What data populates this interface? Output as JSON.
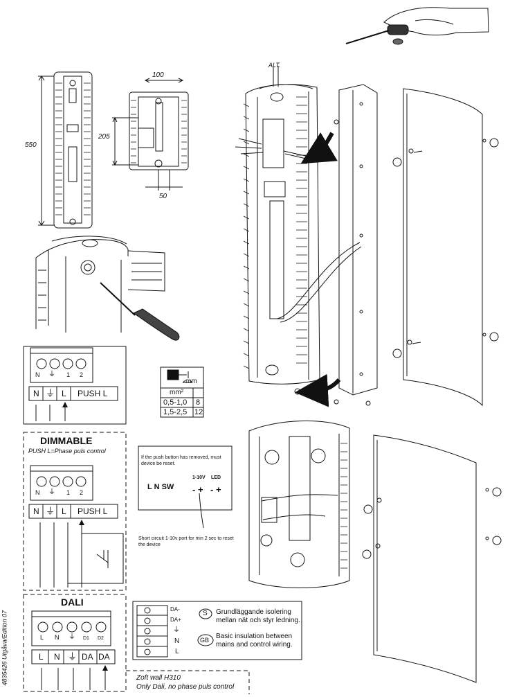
{
  "dimensions": {
    "height": "550",
    "width_top": "100",
    "depth": "205",
    "width_bottom": "50"
  },
  "alt_label": "ALT.",
  "wire_table": {
    "header_unit": "mm²",
    "strip_unit": "mm",
    "rows": [
      {
        "section": "0,5-1,0",
        "strip": "8"
      },
      {
        "section": "1,5-2,5",
        "strip": "12"
      }
    ]
  },
  "standard": {
    "terminals": [
      "N",
      "⏚",
      "1",
      "2"
    ],
    "inputs": [
      "N",
      "⏚",
      "L",
      "PUSH L"
    ]
  },
  "dimmable": {
    "title": "DIMMABLE",
    "subtitle": "PUSH L=Phase puls control",
    "terminals": [
      "N",
      "⏚",
      "1",
      "2"
    ],
    "inputs": [
      "N",
      "⏚",
      "L",
      "PUSH L"
    ]
  },
  "reset_note": {
    "top": "If the push button has removed, must device be reset.",
    "lnsw": "L N SW",
    "port_label": "1-10V",
    "led_label": "LED",
    "port_signs": "- +",
    "led_signs": "- +",
    "bottom": "Short circuit 1-10v port for min 2 sec to reset the device"
  },
  "dali": {
    "title": "DALI",
    "terminals": [
      "L",
      "N",
      "⏚",
      "D1",
      "D2"
    ],
    "inputs": [
      "L",
      "N",
      "⏚",
      "DA",
      "DA"
    ]
  },
  "insulation": {
    "terminal_labels": [
      "DA-",
      "DA+",
      "⏚",
      "N",
      "L"
    ],
    "se_badge": "S",
    "se_text": "Grundläggande isolering mellan nät och styr ledning.",
    "gb_badge": "GB",
    "gb_text": "Basic insulation between mains and control wiring."
  },
  "zoft_note": {
    "line1": "Zoft wall H310",
    "line2": "Only Dali, no phase puls control"
  },
  "edition": "4835426 Utgåva/Edition 07"
}
